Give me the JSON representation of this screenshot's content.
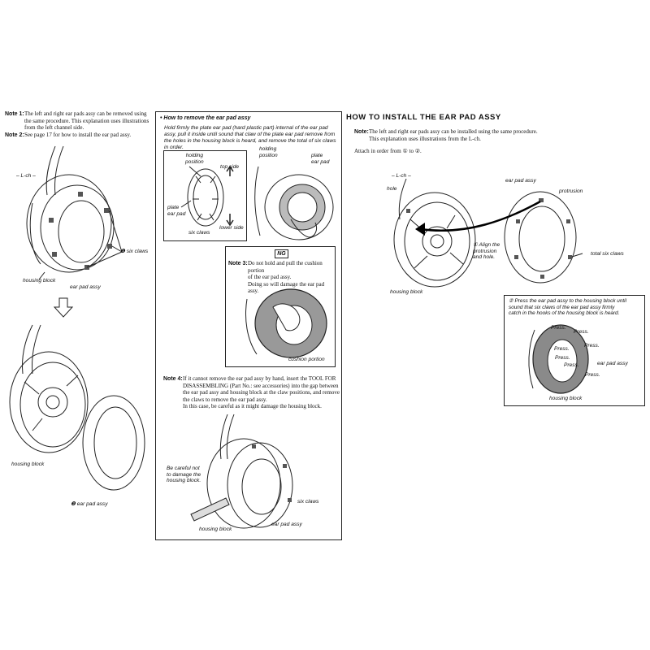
{
  "left": {
    "note1_tag": "Note 1:",
    "note1_lines": [
      "The left and right ear pads assy can be removed using",
      "the same procedure. This explanation uses illustrations",
      "from the left channel side."
    ],
    "note2_tag": "Note 2:",
    "note2_text": "See page 17 for how to install the ear pad assy.",
    "lch": "– L-ch –",
    "six_claws": "six claws",
    "step1": "❶",
    "housing_block_1": "housing block",
    "ear_pad_assy_1": "ear pad assy",
    "housing_block_2": "housing block",
    "step2": "❷",
    "ear_pad_assy_2": "ear pad assy"
  },
  "middle": {
    "title": "• How to remove the ear pad assy",
    "intro_lines": [
      "Hold firmly the plate ear pad (hard plastic part) internal of the ear pad",
      "assy, pull it inside until sound that claw of the plate ear pad remove from",
      "the holes in the housing block is heard, and remove the total of six claws",
      "in order."
    ],
    "holding_position_a": "holding\nposition",
    "top_side": "top side",
    "plate_ear_pad_a": "plate\near pad",
    "six_claws": "six claws",
    "lower_side": "lower side",
    "holding_position_b": "holding\nposition",
    "plate_ear_pad_b": "plate\near pad",
    "ng": "NG",
    "note3_tag": "Note 3:",
    "note3_lines": [
      "Do not hold and pull the cushion portion",
      "of the ear pad assy.",
      "Doing so will damage the ear pad assy."
    ],
    "cushion_portion": "cushion portion",
    "note4_tag": "Note 4:",
    "note4_lines": [
      "If it cannot remove the ear pad assy by hand, insert the TOOL FOR",
      "DISASSEMBLING (Part No.: see accessories) into the gap between",
      "the ear pad assy and housing block at the claw positions, and remove",
      "the claws to remove the ear pad assy.",
      "In this case, be careful as it might damage the housing block."
    ],
    "be_careful": "Be careful not\nto damage the\nhousing block.",
    "six_claws_b": "six claws",
    "housing_block": "housing block",
    "ear_pad_assy": "ear pad assy"
  },
  "right": {
    "title": "HOW TO INSTALL THE EAR PAD ASSY",
    "note_tag": "Note:",
    "note_lines": [
      "The left and right ear pads assy can be installed using the same procedure.",
      "This explanation uses illustrations from the L-ch."
    ],
    "attach": "Attach in order from ① to ②.",
    "lch": "– L-ch –",
    "hole": "hole",
    "ear_pad_assy": "ear pad assy",
    "protrusion": "protrusion",
    "step1": "① Align the\nprotrusion\nand hole.",
    "total_six_claws": "total six claws",
    "housing_block": "housing block",
    "step2_lines": [
      "② Press the ear pad assy to the housing block until",
      "sound that six claws of the ear pad assy firmly",
      "catch in the hooks of the housing block is heard."
    ],
    "press": "Press.",
    "ear_pad_assy_b": "ear pad assy",
    "housing_block_b": "housing block"
  },
  "colors": {
    "pad_gray": "#8a8a8a",
    "ink": "#222222"
  }
}
